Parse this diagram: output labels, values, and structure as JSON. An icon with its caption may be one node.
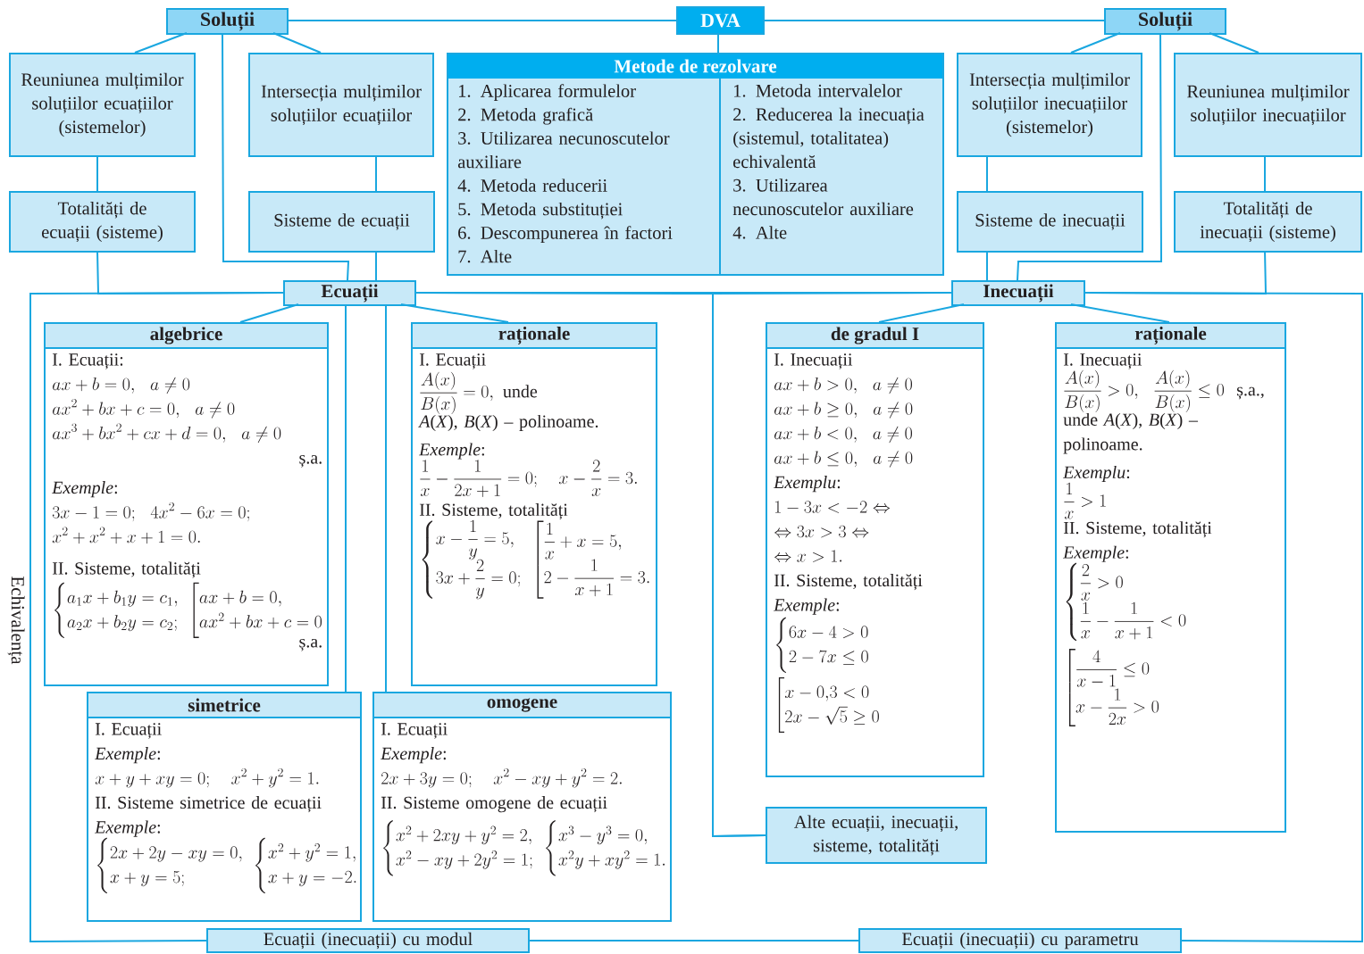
{
  "diagram": {
    "nodes": [
      {
        "text": [
          "Soluții"
        ]
      },
      {
        "text": [
          "DVA"
        ]
      },
      {
        "text": [
          "Soluții"
        ]
      },
      {
        "text": [
          "Reuniunea mulțimilor soluțiilor ecuațiilor (sistemelor)"
        ]
      },
      {
        "text": [
          "Intersecția mulțimilor soluțiilor ecuațiilor"
        ]
      },
      {
        "text": [
          "Metode de rezolvare",
          "1. Aplicarea formulelor",
          "2. Metoda grafică",
          "3. Utilizarea necunoscutelor auxiliare",
          "4. Metoda reducerii",
          "5. Metoda substituției",
          "6. Descompunerea în factori",
          "7. Alte",
          "1. Metoda intervalelor",
          "2. Reducerea la inecuația (sistemul, totalitatea) echivalentă",
          "3. Utilizarea necunoscutelor auxiliare",
          "4. Alte"
        ]
      },
      {
        "text": [
          "Intersecția mulțimilor soluțiilor inecuațiilor (sistemelor)"
        ]
      },
      {
        "text": [
          "Reuniunea mulțimilor soluțiilor inecuațiilor"
        ]
      },
      {
        "text": [
          "Totalități de ecuații (sisteme)"
        ]
      },
      {
        "text": [
          "Sisteme de ecuații"
        ]
      },
      {
        "text": [
          "Sisteme de inecuații"
        ]
      },
      {
        "text": [
          "Totalități de inecuații (sisteme)"
        ]
      },
      {
        "text": [
          "Ecuații"
        ]
      },
      {
        "text": [
          "Inecuații"
        ]
      },
      {
        "text": [
          "algebrice",
          "I. Ecuații:",
          "ax+b=0,\\ \\ a\\neq 0",
          "ax^2+bx+c=0,\\ \\ a\\neq 0",
          "ax^3+bx^2+cx+d=0,\\ \\ a\\neq 0",
          "ș.a.",
          "*Exemple*:",
          "3x-1=0;\\ \\ 4x^2-6x=0;",
          "x^2+x^2+x+1=0.",
          "II. Sisteme, totalități",
          "\\left\\{\\begin{array}{@{}l@{}}a_1x+b_1y=c_1,\\\\ a_2x+b_2y=c_2;\\end{array}\\right.\\ \\left[\\begin{array}{@{}l@{}}ax+b=0,\\\\ ax^2+bx+c=0\\end{array}\\right.",
          "ș.a."
        ]
      },
      {
        "text": [
          "raționale",
          "I. Ecuații",
          "\\frac{A(x)}{B(x)}=0,\\ \\text{unde}",
          "*A*(*X*), *B*(*X*) – polinoame.",
          "*Exemple*:",
          "\\frac{1}{x}-\\frac{1}{2x+1}=0;\\quad x-\\frac{2}{x}=3.",
          "II. Sisteme, totalități",
          "\\left\\{\\begin{array}{@{}l@{}}x-\\dfrac{1}{y}=5,\\\\[6pt] 3x+\\dfrac{2}{y}=0;\\end{array}\\right.\\ \\left[\\begin{array}{@{}l@{}}\\dfrac{1}{x}+x=5,\\\\[6pt] 2-\\dfrac{1}{x+1}=3.\\end{array}\\right."
        ]
      },
      {
        "text": [
          "de gradul I",
          "I. Inecuații",
          "ax+b>0,\\ \\ a\\neq 0",
          "ax+b\\geq 0,\\ \\ a\\neq 0",
          "ax+b<0,\\ \\ a\\neq 0",
          "ax+b\\leq 0,\\ \\ a\\neq 0",
          "*Exemplu*:",
          "1-3x<-2\\Leftrightarrow",
          "\\Leftrightarrow 3x>3\\Leftrightarrow",
          "\\Leftrightarrow x>1.",
          "II. Sisteme, totalități",
          "*Exemple*:",
          "\\left\\{\\begin{array}{@{}l@{}}6x-4>0\\\\ 2-7x\\leq 0\\end{array}\\right.",
          "\\left[\\begin{array}{@{}l@{}}x-0{,}3<0\\\\ 2x-\\sqrt{5}\\geq 0\\end{array}\\right."
        ]
      },
      {
        "text": [
          "raționale",
          "I. Inecuații",
          "\\frac{A(x)}{B(x)}>0,\\ \\ \\frac{A(x)}{B(x)}\\leq 0\\ \\ \\text{ș.a.,}",
          "unde *A*(*X*), *B*(*X*) – polinoame.",
          "*Exemplu*:",
          "\\frac{1}{x}>1",
          "II. Sisteme, totalități",
          "*Exemple*:",
          "\\left\\{\\begin{array}{@{}l@{}}\\dfrac{2}{x}>0\\\\[8pt] \\dfrac{1}{x}-\\dfrac{1}{x+1}<0\\end{array}\\right.",
          "\\left[\\begin{array}{@{}l@{}}\\dfrac{4}{x-1}\\leq 0\\\\[8pt] x-\\dfrac{1}{2x}>0\\end{array}\\right."
        ]
      },
      {
        "text": [
          "simetrice",
          "I. Ecuații",
          "*Exemple*:",
          "x+y+xy=0;\\quad x^2+y^2=1.",
          "II. Sisteme simetrice de ecuații",
          "*Exemple*:",
          "\\left\\{\\begin{array}{@{}l@{}}2x+2y-xy=0,\\\\ x+y=5;\\end{array}\\right.\\ \\left\\{\\begin{array}{@{}l@{}}x^2+y^2=1,\\\\ x+y=-2.\\end{array}\\right."
        ]
      },
      {
        "text": [
          "omogene",
          "I. Ecuații",
          "*Exemple*:",
          "2x+3y=0;\\quad x^2-xy+y^2=2.",
          "II. Sisteme omogene de ecuații",
          "\\left\\{\\begin{array}{@{}l@{}}x^2+2xy+y^2=2,\\\\ x^2-xy+2y^2=1;\\end{array}\\right.\\ \\left\\{\\begin{array}{@{}l@{}}x^3-y^3=0,\\\\ x^2y+xy^2=1.\\end{array}\\right."
        ]
      },
      {
        "text": [
          "Alte ecuații, inecuații, sisteme, totalități"
        ]
      },
      {
        "text": [
          "Ecuații (inecuații) cu modul"
        ]
      },
      {
        "text": [
          "Ecuații (inecuații) cu parametru"
        ]
      }
    ],
    "edges": [
      {
        "from": 0,
        "to": 1,
        "arrow": "none"
      },
      {
        "from": 1,
        "to": 2,
        "arrow": "none"
      },
      {
        "from": 1,
        "to": 5,
        "arrow": "none"
      },
      {
        "from": 0,
        "to": 3,
        "arrow": "none"
      },
      {
        "from": 0,
        "to": 4,
        "arrow": "none"
      },
      {
        "from": 0,
        "to": 12,
        "arrow": "none"
      },
      {
        "from": 3,
        "to": 8,
        "arrow": "none"
      },
      {
        "from": 4,
        "to": 9,
        "arrow": "none"
      },
      {
        "from": 8,
        "to": 12,
        "arrow": "none"
      },
      {
        "from": 9,
        "to": 12,
        "arrow": "none"
      },
      {
        "from": 2,
        "to": 6,
        "arrow": "none"
      },
      {
        "from": 2,
        "to": 7,
        "arrow": "none"
      },
      {
        "from": 2,
        "to": 13,
        "arrow": "none"
      },
      {
        "from": 6,
        "to": 10,
        "arrow": "none"
      },
      {
        "from": 7,
        "to": 11,
        "arrow": "none"
      },
      {
        "from": 10,
        "to": 13,
        "arrow": "none"
      },
      {
        "from": 11,
        "to": 13,
        "arrow": "none"
      },
      {
        "from": 12,
        "to": 13,
        "arrow": "none"
      },
      {
        "from": 12,
        "to": 14,
        "arrow": "none"
      },
      {
        "from": 12,
        "to": 15,
        "arrow": "none"
      },
      {
        "from": 12,
        "to": 18,
        "arrow": "none"
      },
      {
        "from": 12,
        "to": 19,
        "arrow": "none"
      },
      {
        "from": 13,
        "to": 16,
        "arrow": "none"
      },
      {
        "from": 13,
        "to": 17,
        "arrow": "none"
      },
      {
        "from": 12,
        "to": 20,
        "arrow": "none"
      },
      {
        "from": 13,
        "to": 20,
        "arrow": "none"
      },
      {
        "from": 12,
        "to": 21,
        "arrow": "none"
      },
      {
        "from": 21,
        "to": 22,
        "arrow": "none"
      },
      {
        "from": 13,
        "to": 22,
        "arrow": "none"
      }
    ],
    "labels": [
      "Echivalența"
    ]
  }
}
